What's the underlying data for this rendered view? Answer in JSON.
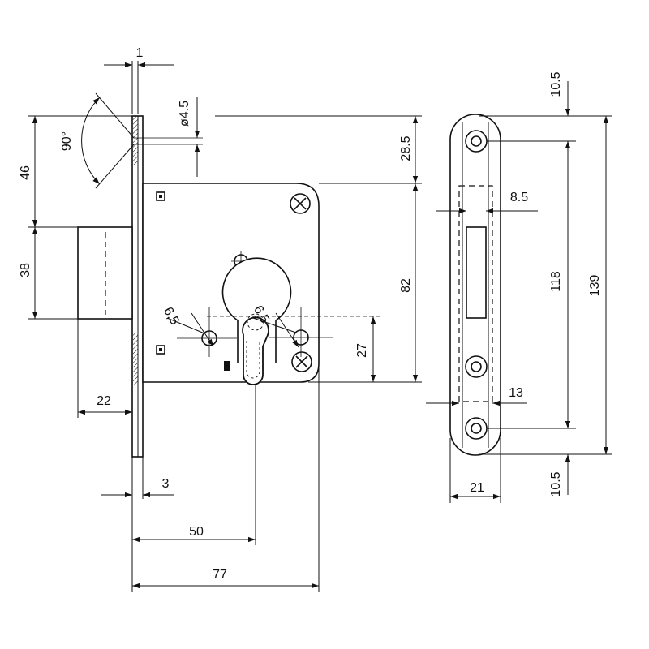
{
  "diagram": {
    "dimensions": {
      "top_1": "1",
      "angle_90": "90°",
      "dia_4_5": "ø4.5",
      "h_46": "46",
      "h_38": "38",
      "h_28_5": "28.5",
      "h_82": "82",
      "h_27": "27",
      "hole_6_5_left": "6,5",
      "hole_6_5_right": "6,5",
      "w_22": "22",
      "w_3": "3",
      "w_50": "50",
      "w_77": "77",
      "strike_10_5_top": "10.5",
      "strike_8_5": "8.5",
      "strike_118": "118",
      "strike_139": "139",
      "strike_13": "13",
      "strike_21": "21",
      "strike_10_5_bottom": "10.5"
    }
  }
}
